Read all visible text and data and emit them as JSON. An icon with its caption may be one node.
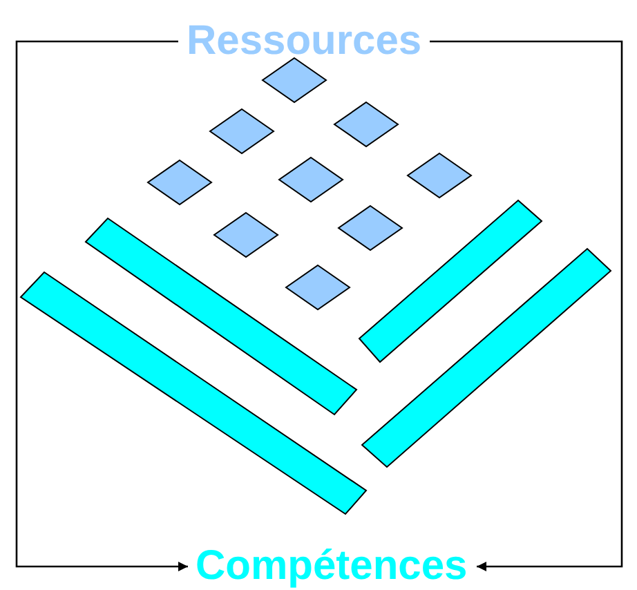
{
  "diagram": {
    "nodes": [
      {
        "text": [
          "Ressources"
        ]
      },
      {
        "text": [
          "Compétences"
        ]
      }
    ],
    "edges": [
      {
        "from": 0,
        "to": 1,
        "arrow": "to"
      },
      {
        "from": 0,
        "to": 1,
        "arrow": "to"
      }
    ]
  }
}
